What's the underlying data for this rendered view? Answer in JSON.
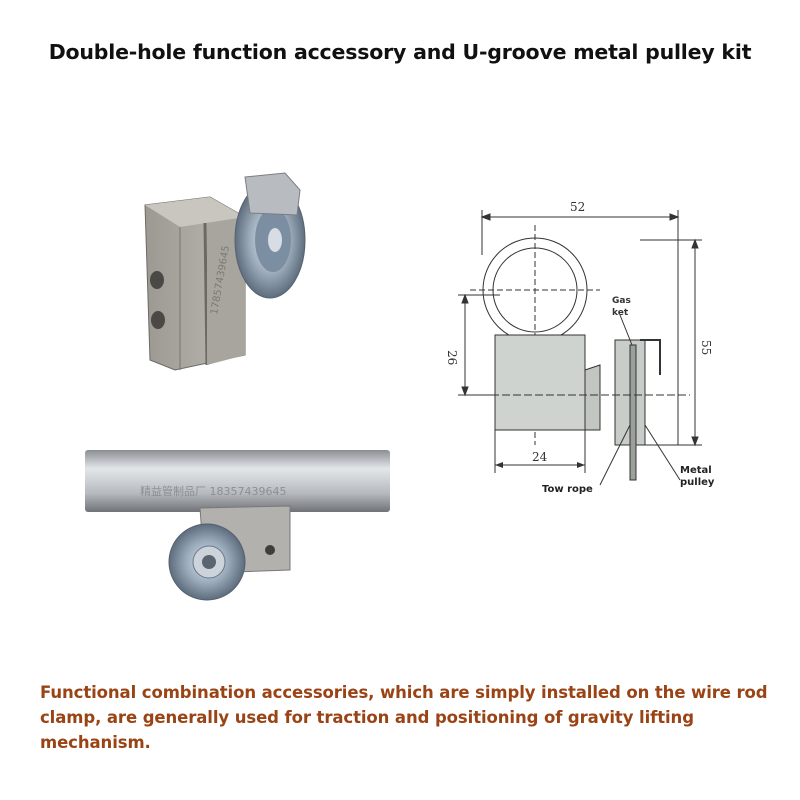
{
  "page": {
    "title": "Double-hole function accessory and U-groove metal pulley kit",
    "description": "Functional combination accessories, which are simply installed on the wire rod clamp, are generally used for traction and positioning of gravity lifting mechanism."
  },
  "photos": {
    "top": {
      "watermark": "17857439645"
    },
    "bottom": {
      "watermark": "精益管制品厂 18357439645"
    }
  },
  "drawing": {
    "dimensions": {
      "width_total": "52",
      "height_body": "26",
      "height_total": "55",
      "width_body": "24"
    },
    "labels": {
      "gasket_line1": "Gas",
      "gasket_line2": "ket",
      "tow_rope": "Tow rope",
      "metal_pulley_line1": "Metal",
      "metal_pulley_line2": "pulley"
    }
  },
  "colors": {
    "title": "#111111",
    "description": "#9a4416"
  }
}
